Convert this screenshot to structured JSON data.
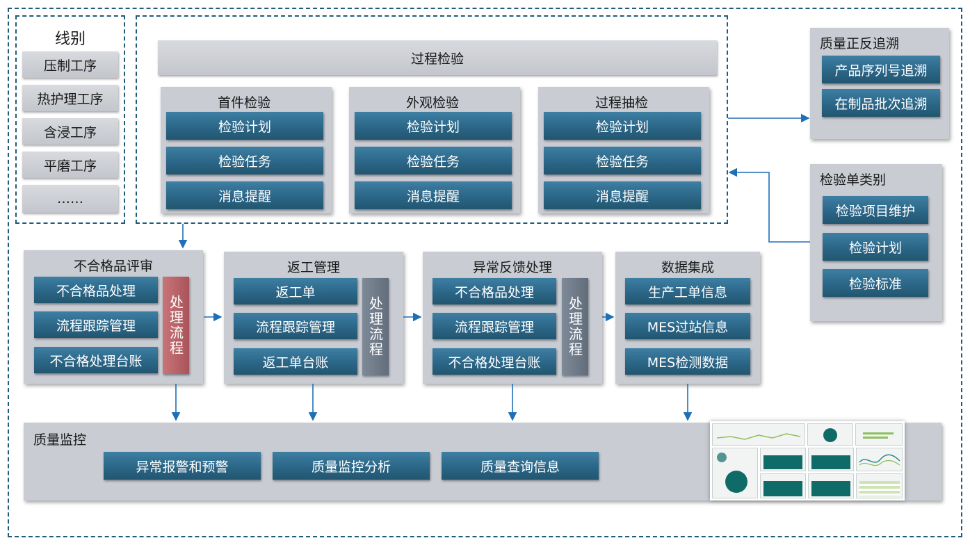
{
  "line_types": {
    "title": "线别",
    "items": [
      "压制工序",
      "热护理工序",
      "含浸工序",
      "平磨工序",
      "……"
    ]
  },
  "process_inspection": {
    "title": "过程检验",
    "groups": [
      {
        "title": "首件检验",
        "items": [
          "检验计划",
          "检验任务",
          "消息提醒"
        ]
      },
      {
        "title": "外观检验",
        "items": [
          "检验计划",
          "检验任务",
          "消息提醒"
        ]
      },
      {
        "title": "过程抽检",
        "items": [
          "检验计划",
          "检验任务",
          "消息提醒"
        ]
      }
    ]
  },
  "traceability": {
    "title": "质量正反追溯",
    "items": [
      "产品序列号追溯",
      "在制品批次追溯"
    ]
  },
  "inspection_types": {
    "title": "检验单类别",
    "items": [
      "检验项目维护",
      "检验计划",
      "检验标准"
    ]
  },
  "middle": [
    {
      "title": "不合格品评审",
      "items": [
        "不合格品处理",
        "流程跟踪管理",
        "不合格处理台账"
      ],
      "side": "处理流程",
      "side_color": "#b5636a"
    },
    {
      "title": "返工管理",
      "items": [
        "返工单",
        "流程跟踪管理",
        "返工单台账"
      ],
      "side": "处理流程",
      "side_color": "#6f7a89"
    },
    {
      "title": "异常反馈处理",
      "items": [
        "不合格品处理",
        "流程跟踪管理",
        "不合格处理台账"
      ],
      "side": "处理流程",
      "side_color": "#6f7a89"
    }
  ],
  "data_integration": {
    "title": "数据集成",
    "items": [
      "生产工单信息",
      "MES过站信息",
      "MES检测数据"
    ]
  },
  "quality_monitor": {
    "title": "质量监控",
    "items": [
      "异常报警和预警",
      "质量监控分析",
      "质量查询信息"
    ]
  },
  "colors": {
    "dashed": "#1f5c7a",
    "arrow": "#1e6fb5",
    "button": "#2a6485",
    "panel": "#c9ccd3"
  }
}
